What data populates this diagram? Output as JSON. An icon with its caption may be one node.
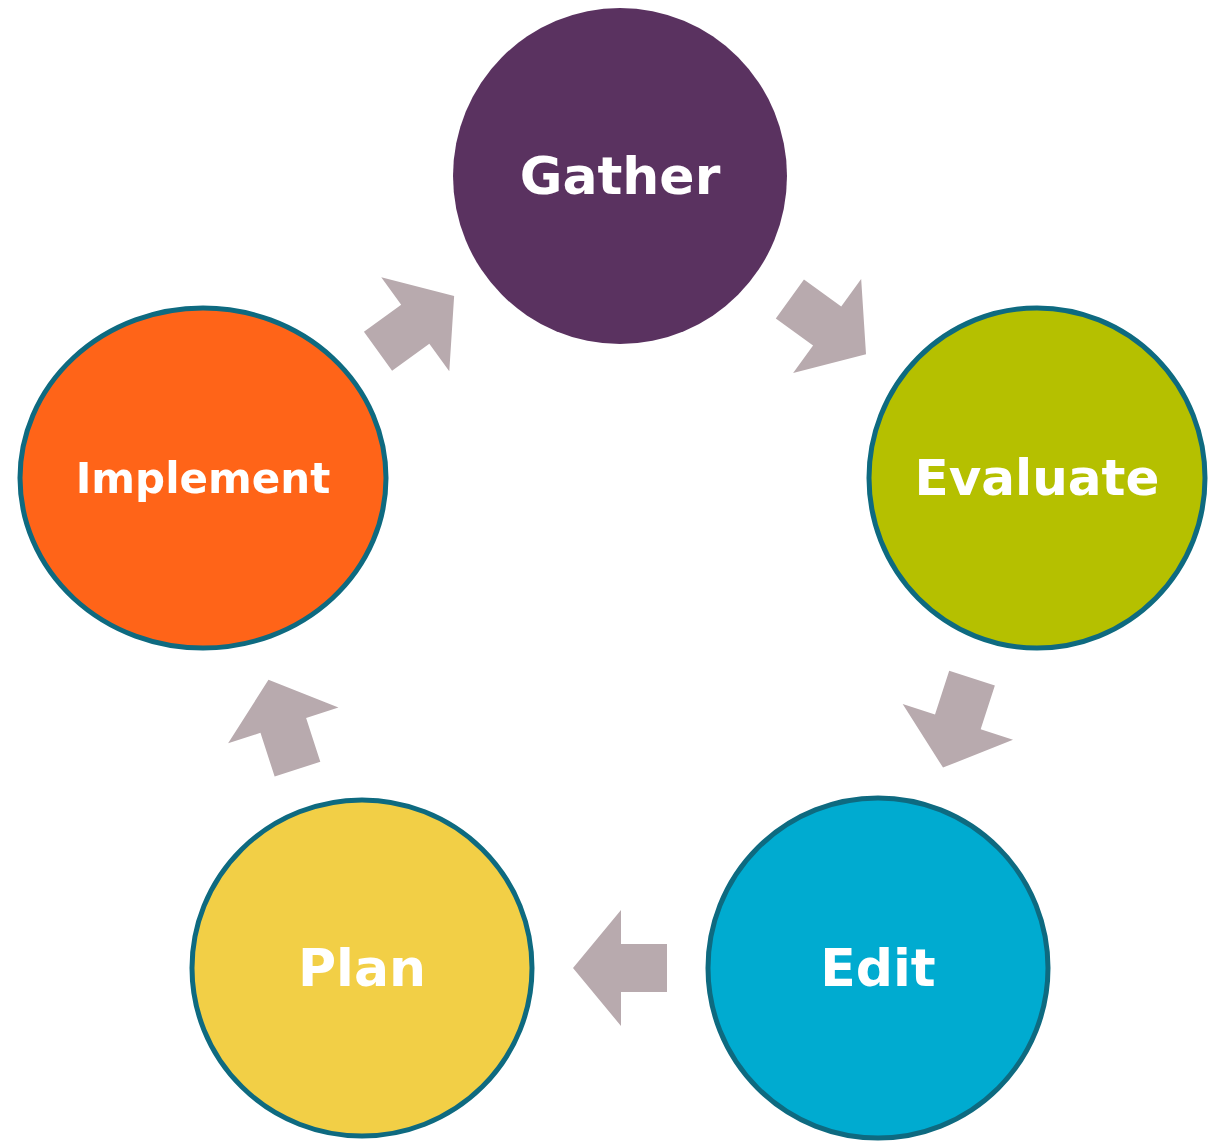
{
  "diagram": {
    "nodes": [
      {
        "text": [
          "Gather"
        ]
      },
      {
        "text": [
          "Evaluate"
        ]
      },
      {
        "text": [
          "Edit"
        ]
      },
      {
        "text": [
          "Plan"
        ]
      },
      {
        "text": [
          "Implement"
        ]
      }
    ],
    "edges": [
      {
        "from": 0,
        "to": 1,
        "arrow": "to"
      },
      {
        "from": 1,
        "to": 2,
        "arrow": "to"
      },
      {
        "from": 2,
        "to": 3,
        "arrow": "to"
      },
      {
        "from": 3,
        "to": 4,
        "arrow": "to"
      },
      {
        "from": 4,
        "to": 0,
        "arrow": "to"
      }
    ]
  }
}
